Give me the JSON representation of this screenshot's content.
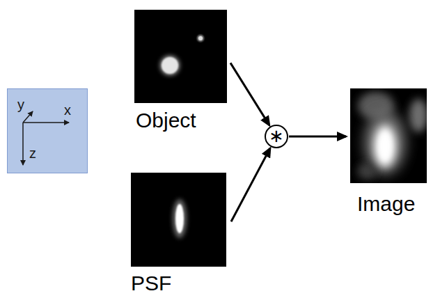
{
  "diagram": {
    "nodes": [
      {
        "text": [
          "y",
          "x",
          "z"
        ]
      },
      {
        "text": [
          "Object"
        ]
      },
      {
        "text": [
          "PSF"
        ]
      },
      {
        "text": [
          "∗"
        ]
      },
      {
        "text": [
          "Image"
        ]
      }
    ],
    "edges": [
      {
        "from": 1,
        "to": 3,
        "arrow": "to"
      },
      {
        "from": 2,
        "to": 3,
        "arrow": "to"
      },
      {
        "from": 3,
        "to": 4,
        "arrow": "to"
      }
    ]
  }
}
